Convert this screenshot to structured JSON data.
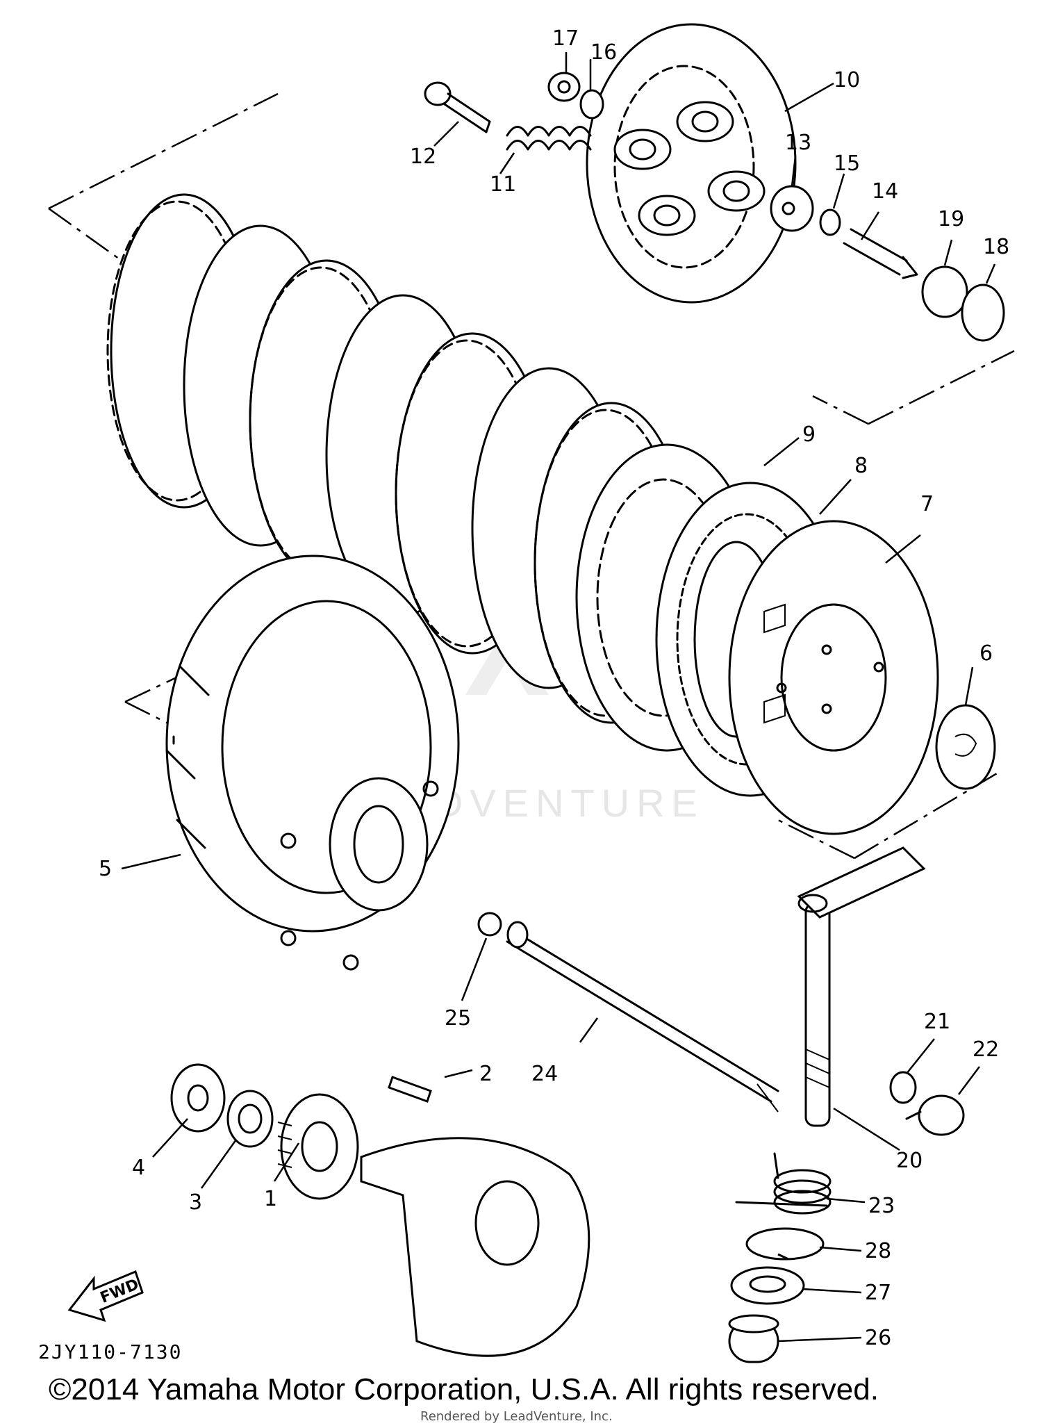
{
  "diagram": {
    "watermark": "LEADVENTURE",
    "fwd_label": "FWD",
    "drawing_code": "2JY110-7130",
    "copyright": "©2014 Yamaha Motor Corporation, U.S.A. All rights reserved.",
    "rendered_by": "Rendered by LeadVenture, Inc.",
    "callouts": [
      "1",
      "2",
      "3",
      "4",
      "5",
      "6",
      "7",
      "8",
      "9",
      "10",
      "11",
      "12",
      "13",
      "14",
      "15",
      "16",
      "17",
      "18",
      "19",
      "20",
      "21",
      "22",
      "23",
      "24",
      "25",
      "26",
      "27",
      "28"
    ]
  }
}
